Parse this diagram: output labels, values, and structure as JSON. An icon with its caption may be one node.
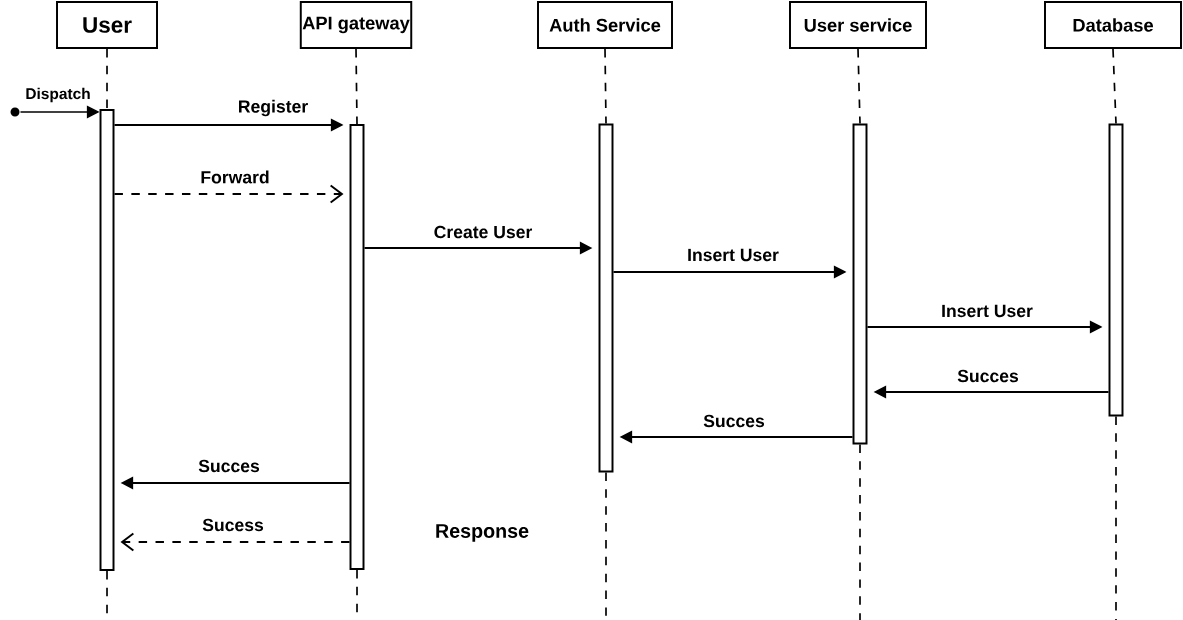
{
  "diagram": {
    "nodes": [
      {
        "text": [
          "User"
        ]
      },
      {
        "text": [
          "API gateway"
        ]
      },
      {
        "text": [
          "Auth Service"
        ]
      },
      {
        "text": [
          "User service"
        ]
      },
      {
        "text": [
          "Database"
        ]
      },
      {
        "text": [],
        "shape": "bar"
      },
      {
        "text": [],
        "shape": "bar"
      },
      {
        "text": [],
        "shape": "bar"
      },
      {
        "text": [],
        "shape": "bar"
      },
      {
        "text": [],
        "shape": "bar"
      },
      {
        "text": [],
        "shape": "circle"
      }
    ],
    "edges": [
      {
        "from": 10,
        "to": 5,
        "arrow": "to",
        "label": "Dispatch"
      },
      {
        "from": 5,
        "to": 6,
        "arrow": "to",
        "label": "Register"
      },
      {
        "from": 5,
        "to": 6,
        "arrow": "to",
        "label": "Forward",
        "style": "dashed"
      },
      {
        "from": 6,
        "to": 7,
        "arrow": "to",
        "label": "Create User"
      },
      {
        "from": 7,
        "to": 8,
        "arrow": "to",
        "label": "Insert User"
      },
      {
        "from": 8,
        "to": 9,
        "arrow": "to",
        "label": "Insert User"
      },
      {
        "from": 9,
        "to": 8,
        "arrow": "to",
        "label": "Succes"
      },
      {
        "from": 8,
        "to": 7,
        "arrow": "to",
        "label": "Succes"
      },
      {
        "from": 6,
        "to": 5,
        "arrow": "to",
        "label": "Succes"
      },
      {
        "from": 6,
        "to": 5,
        "arrow": "to",
        "label": "Sucess",
        "style": "dashed"
      },
      {
        "from": 0,
        "to": 5,
        "arrow": "none",
        "style": "dashed"
      },
      {
        "from": 1,
        "to": 6,
        "arrow": "none",
        "style": "dashed"
      },
      {
        "from": 2,
        "to": 7,
        "arrow": "none",
        "style": "dashed"
      },
      {
        "from": 3,
        "to": 8,
        "arrow": "none",
        "style": "dashed"
      },
      {
        "from": 4,
        "to": 9,
        "arrow": "none",
        "style": "dashed"
      }
    ],
    "labels": [
      "Response"
    ]
  }
}
